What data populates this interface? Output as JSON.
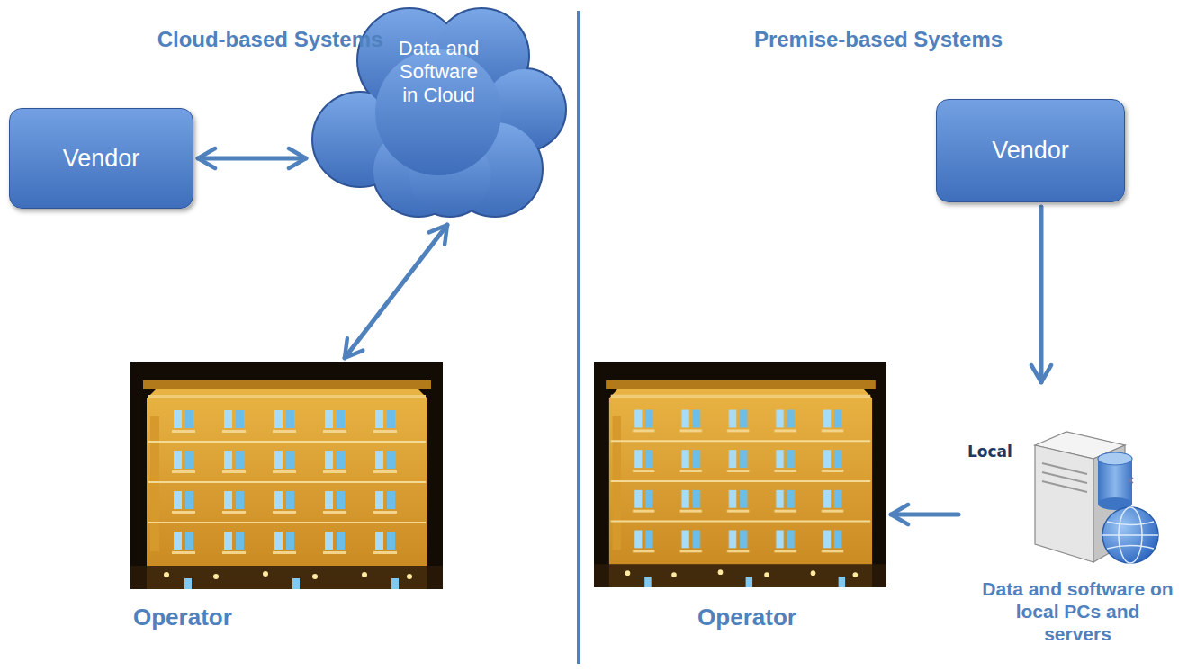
{
  "diagram": {
    "nodes": [
      {
        "text": [
          "Vendor"
        ]
      },
      {
        "text": [
          "Data and Software in Cloud"
        ]
      },
      {
        "text": [
          "Operator"
        ]
      },
      {
        "text": [
          "Vendor"
        ]
      },
      {
        "text": [
          "Local",
          "Data and software on local PCs and servers"
        ]
      },
      {
        "text": [
          "Operator"
        ]
      }
    ],
    "edges": [
      {
        "from": 0,
        "to": 1,
        "arrow": "both"
      },
      {
        "from": 1,
        "to": 2,
        "arrow": "both"
      },
      {
        "from": 3,
        "to": 4,
        "arrow": "to"
      },
      {
        "from": 4,
        "to": 5,
        "arrow": "to"
      }
    ],
    "labels": [
      "Cloud-based Systems",
      "Premise-based Systems"
    ]
  }
}
